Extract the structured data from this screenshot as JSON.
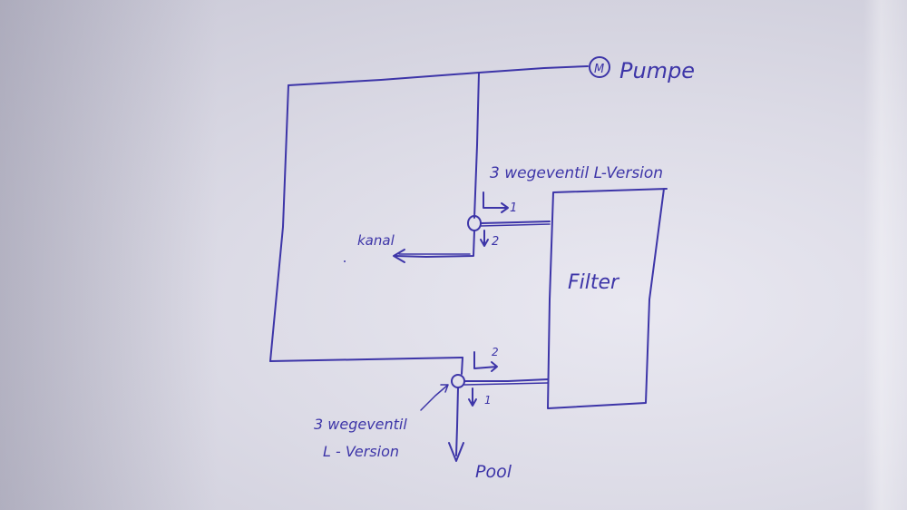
{
  "labels": {
    "pump_symbol": "M",
    "pump": "Pumpe",
    "valve_top": "3 wegeventil L-Version",
    "valve_top_port1": "1",
    "valve_top_port2": "2",
    "kanal": "kanal",
    "filter": "Filter",
    "valve_bottom_port2": "2",
    "valve_bottom_port1": "1",
    "valve_bottom_line1": "3 wegeventil",
    "valve_bottom_line2": "L - Version",
    "pool": "Pool"
  },
  "ink_color": "#3d35a8"
}
